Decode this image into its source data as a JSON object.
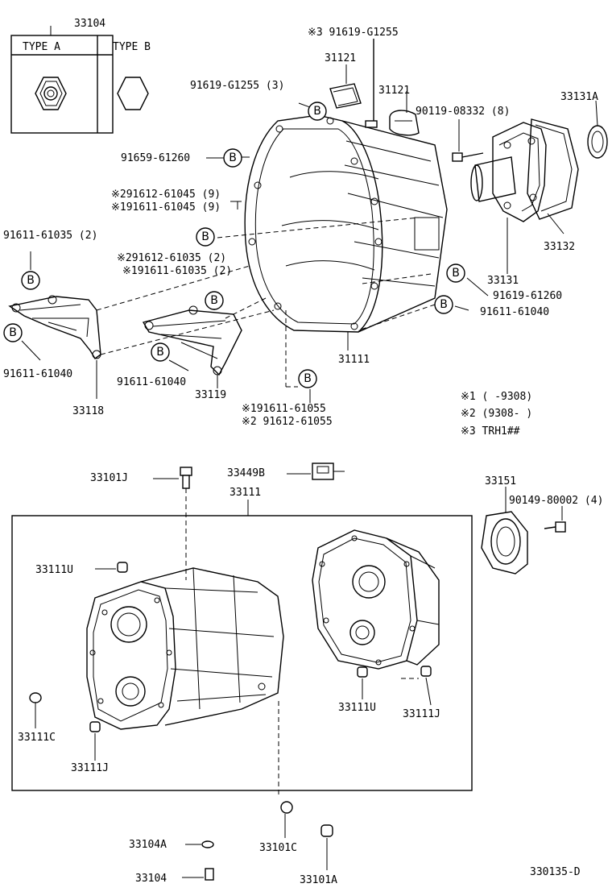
{
  "labels": {
    "p33104_top": "33104",
    "type_a": "TYPE  A",
    "type_b": "TYPE  B",
    "n3_91619": "※3 91619-G1255",
    "p31121_a": "31121",
    "p31121_b": "31121",
    "p91619_3": "91619-G1255 (3)",
    "p90119": "90119-08332 (8)",
    "p33131A": "33131A",
    "p91659": "91659-61260",
    "n2_91612_9": "※291612-61045 (9)",
    "n1_91611_9": "※191611-61045 (9)",
    "p91611_2": "91611-61035 (2)",
    "n2_91612_2": "※291612-61035 (2)",
    "n1_91611_2": "※191611-61035 (2)",
    "p33132": "33132",
    "p33131": "33131",
    "p91619_61260": "91619-61260",
    "p91611_61040_r": "91611-61040",
    "p91611_61040_l": "91611-61040",
    "p91611_61040_m": "91611-61040",
    "p31111": "31111",
    "p33119": "33119",
    "p33118": "33118",
    "n1_91611_61055": "※191611-61055",
    "n2_91612_61055": "※2 91612-61055",
    "note1": "※1  (      -9308)",
    "note2": "※2  (9308-      )",
    "note3": "※3  TRH1##",
    "p33101J": "33101J",
    "p33449B": "33449B",
    "p33111": "33111",
    "p33151": "33151",
    "p90149": "90149-80002 (4)",
    "p33111U_l": "33111U",
    "p33111U_r": "33111U",
    "p33111J_r": "33111J",
    "p33111C": "33111C",
    "p33111J_l": "33111J",
    "p33104A": "33104A",
    "p33101C": "33101C",
    "p33104_bot": "33104",
    "p33101A": "33101A",
    "code": "330135-D"
  },
  "bubble_letter": "B"
}
